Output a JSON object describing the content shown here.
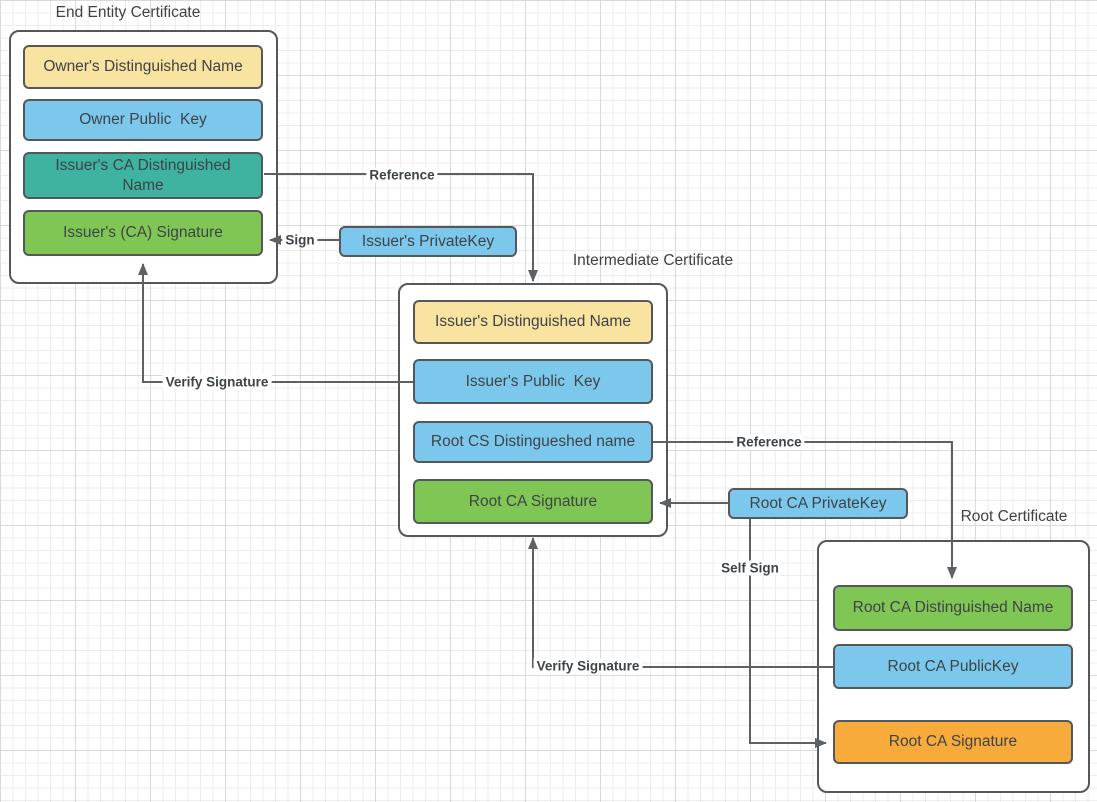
{
  "diagram": {
    "groups": {
      "end_entity": {
        "title": "End Entity Certificate",
        "fields": [
          {
            "label": "Owner's Distinguished Name",
            "color": "yellow"
          },
          {
            "label": "Owner Public  Key",
            "color": "blue"
          },
          {
            "label": "Issuer's CA Distinguished Name",
            "color": "teal"
          },
          {
            "label": "Issuer's (CA) Signature",
            "color": "green"
          }
        ]
      },
      "intermediate": {
        "title": "Intermediate Certificate",
        "fields": [
          {
            "label": "Issuer's Distinguished Name",
            "color": "yellow"
          },
          {
            "label": "Issuer's Public  Key",
            "color": "blue"
          },
          {
            "label": "Root CS Distingueshed name",
            "color": "blue"
          },
          {
            "label": "Root CA Signature",
            "color": "green"
          }
        ]
      },
      "root": {
        "title": "Root Certificate",
        "fields": [
          {
            "label": "Root CA Distinguished Name",
            "color": "green"
          },
          {
            "label": "Root CA PublicKey",
            "color": "blue"
          },
          {
            "label": "Root CA Signature",
            "color": "orange"
          }
        ]
      }
    },
    "keys": {
      "issuer_private_key": "Issuer's PrivateKey",
      "root_ca_private_key": "Root CA PrivateKey"
    },
    "edge_labels": {
      "reference_1": "Reference",
      "sign": "Sign",
      "verify_signature_1": "Verify Signature",
      "reference_2": "Reference",
      "self_sign": "Self Sign",
      "verify_signature_2": "Verify Signature"
    },
    "colors": {
      "yellow": "#F8E3A0",
      "blue": "#7CC8EC",
      "teal": "#3DB3A0",
      "green": "#80C654",
      "orange": "#F6AB3B",
      "shape_border": "#55585B",
      "connector": "#5D6164",
      "text": "#3E4347",
      "grid_minor": "#EDEDED",
      "grid_major": "#D9D9D9",
      "canvas": "#FFFFFF"
    }
  }
}
